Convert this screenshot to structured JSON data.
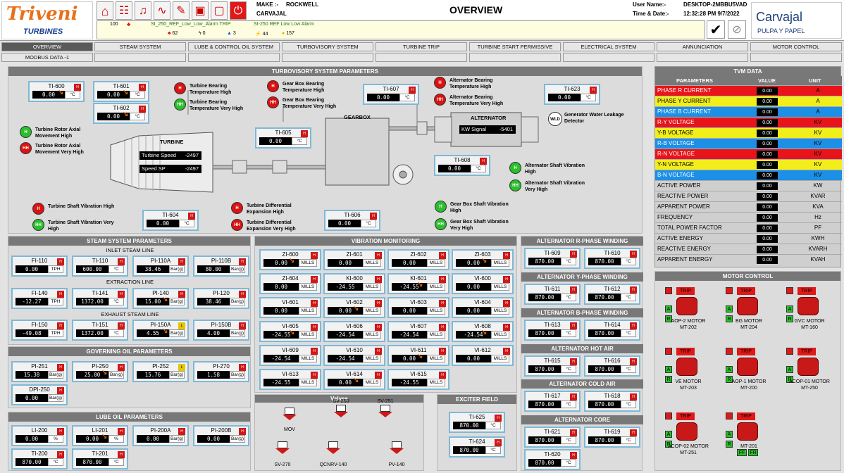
{
  "header": {
    "logo_text": "Triveni",
    "logo_sub": "TURBINES",
    "make_label": "MAKE :-",
    "make_value": "ROCKWELL",
    "customer": "CARVAJAL",
    "page_title": "OVERVIEW",
    "user_label": "User Name:-",
    "user_value": "DESKTOP-2MBBU5VAD",
    "time_label": "Time & Date:-",
    "time_value": "12:32:28 PM 9/7/2022",
    "brand": "Carvajal",
    "brand_sub": "PULPA Y PAPEL",
    "alarm_count": "100",
    "alarm_text1": "SI_250_REF_Low_Low_Alarm TRIP",
    "alarm_text2": "SI-250 REF Low Low Alarm",
    "counters": [
      "62",
      "0",
      "3",
      "44",
      "157"
    ]
  },
  "nav": {
    "row1": [
      "OVERVIEW",
      "STEAM SYSTEM",
      "LUBE & CONTROL OIL SYSTEM",
      "TURBOVISORY SYSTEM",
      "TURBINE TRIP",
      "TURBINE START PERMISSIVE",
      "ELECTRICAL SYSTEM",
      "ANNUNCIATION",
      "MOTOR CONTROL"
    ],
    "row2": [
      "MODBUS DATA -1",
      "",
      "",
      "",
      "",
      "",
      "",
      "",
      ""
    ]
  },
  "turbovisory": {
    "title": "TURBOVISORY SYSTEM PARAMETERS",
    "turbine_label": "TURBINE",
    "turbine_speed_label": "Turbine Speed",
    "turbine_speed": "-2497",
    "speed_sp_label": "Speed SP",
    "speed_sp": "-2497",
    "gearbox_label": "GEARBOX",
    "alternator_label": "ALTERNATOR",
    "kw_label": "KW Signal",
    "kw_value": "-5401",
    "wld": "WLD",
    "wld_label": "Generator Water Leakage Detector",
    "tags": [
      {
        "name": "TI-600",
        "value": "0.00",
        "unit": "°C"
      },
      {
        "name": "TI-601",
        "value": "0.00",
        "unit": "°C"
      },
      {
        "name": "TI-602",
        "value": "0.00",
        "unit": "°C"
      },
      {
        "name": "TI-605",
        "value": "0.00",
        "unit": "°C"
      },
      {
        "name": "TI-607",
        "value": "0.00",
        "unit": "°C"
      },
      {
        "name": "TI-623",
        "value": "0.00",
        "unit": "°C"
      },
      {
        "name": "TI-608",
        "value": "0.00",
        "unit": "°C"
      },
      {
        "name": "TI-604",
        "value": "0.00",
        "unit": "°C"
      },
      {
        "name": "TI-606",
        "value": "0.00",
        "unit": "°C"
      }
    ],
    "indicators": [
      {
        "t": "H",
        "label": "Turbine Bearing Temperature High"
      },
      {
        "t": "HH",
        "label": "Turbine Bearing Temperature Very High"
      },
      {
        "t": "H",
        "label": "Turbine Rotor Axial Movement High"
      },
      {
        "t": "HH",
        "label": "Turbine Rotor Axial Movement Very High"
      },
      {
        "t": "H",
        "label": "Gear Box Bearing Temperature High"
      },
      {
        "t": "HH",
        "label": "Gear Box Bearing Temperature Very High"
      },
      {
        "t": "H",
        "label": "Alternator Bearing Temperature High"
      },
      {
        "t": "HH",
        "label": "Alternator Bearing Temperature Very High"
      },
      {
        "t": "H",
        "label": "Alternator Shaft Vibration High"
      },
      {
        "t": "HH",
        "label": "Alternator Shaft Vibration Very High"
      },
      {
        "t": "H",
        "label": "Turbine Shaft Vibration High"
      },
      {
        "t": "HH",
        "label": "Turbine Shaft Vibration Very High"
      },
      {
        "t": "H",
        "label": "Turbine Differential Expansion High"
      },
      {
        "t": "HH",
        "label": "Turbine Differential Expansion Very High"
      },
      {
        "t": "H",
        "label": "Gear Box Shaft Vibration High"
      },
      {
        "t": "HH",
        "label": "Gear Box Shaft Vibration Very High"
      }
    ]
  },
  "tvm": {
    "title": "TVM DATA",
    "col_param": "PARAMETERS",
    "col_value": "VALUE",
    "col_unit": "UNIT",
    "rows": [
      {
        "p": "PHASE R CURRENT",
        "v": "0.00",
        "u": "A",
        "c": "#e8141a"
      },
      {
        "p": "PHASE Y CURRENT",
        "v": "0.00",
        "u": "A",
        "c": "#f2ee1c"
      },
      {
        "p": "PHASE B CURRENT",
        "v": "0.00",
        "u": "A",
        "c": "#1c8fe6"
      },
      {
        "p": "R-Y VOLTAGE",
        "v": "0.00",
        "u": "KV",
        "c": "#e8141a"
      },
      {
        "p": "Y-B VOLTAGE",
        "v": "0.00",
        "u": "KV",
        "c": "#f2ee1c"
      },
      {
        "p": "R-B VOLTAGE",
        "v": "0.00",
        "u": "KV",
        "c": "#1c8fe6"
      },
      {
        "p": "R-N VOLTAGE",
        "v": "0.00",
        "u": "KV",
        "c": "#e8141a"
      },
      {
        "p": "Y-N VOLTAGE",
        "v": "0.00",
        "u": "KV",
        "c": "#f2ee1c"
      },
      {
        "p": "B-N VOLTAGE",
        "v": "0.00",
        "u": "KV",
        "c": "#1c8fe6"
      },
      {
        "p": "ACTIVE POWER",
        "v": "0.00",
        "u": "KW",
        "c": ""
      },
      {
        "p": "REACTIVE POWER",
        "v": "0.00",
        "u": "KVAR",
        "c": ""
      },
      {
        "p": "APPARENT POWER",
        "v": "0.00",
        "u": "KVA",
        "c": ""
      },
      {
        "p": "FREQUENCY",
        "v": "0.00",
        "u": "Hz",
        "c": ""
      },
      {
        "p": "TOTAL POWER FACTOR",
        "v": "0.00",
        "u": "PF",
        "c": ""
      },
      {
        "p": "ACTIVE ENERGY",
        "v": "0.00",
        "u": "KWH",
        "c": ""
      },
      {
        "p": "REACTIVE ENERGY",
        "v": "0.00",
        "u": "KVARH",
        "c": ""
      },
      {
        "p": "APPARENT ENERGY",
        "v": "0.00",
        "u": "KVAH",
        "c": ""
      }
    ]
  },
  "steam": {
    "title": "STEAM SYSTEM PARAMETERS",
    "inlet": "INLET STEAM LINE",
    "extraction": "EXTRACTION LINE",
    "exhaust": "EXHAUST STEAM LINE",
    "tags": [
      {
        "name": "FI-110",
        "value": "0.00",
        "unit": "TPH"
      },
      {
        "name": "TI-110",
        "value": "600.00",
        "unit": "°C"
      },
      {
        "name": "PI-110A",
        "value": "38.46",
        "unit": "Bar(g)"
      },
      {
        "name": "PI-110B",
        "value": "80.00",
        "unit": "Bar(g)"
      },
      {
        "name": "FI-140",
        "value": "-12.27",
        "unit": "TPH"
      },
      {
        "name": "TI-141",
        "value": "1372.00",
        "unit": "°C"
      },
      {
        "name": "PI-140",
        "value": "15.00",
        "unit": "Bar(g)"
      },
      {
        "name": "PI-120",
        "value": "38.46",
        "unit": "Bar(g)"
      },
      {
        "name": "FI-150",
        "value": "-49.08",
        "unit": "TPH"
      },
      {
        "name": "TI-151",
        "value": "1372.00",
        "unit": "°C"
      },
      {
        "name": "PI-150A",
        "value": "4.55",
        "unit": "Bar(g)"
      },
      {
        "name": "PI-150B",
        "value": "4.00",
        "unit": "Bar(g)"
      }
    ]
  },
  "govoil": {
    "title": "GOVERNING OIL PARAMETERS",
    "tags": [
      {
        "name": "PI-251",
        "value": "15.38",
        "unit": "Bar(g)"
      },
      {
        "name": "PI-250",
        "value": "25.00",
        "unit": "Bar(g)"
      },
      {
        "name": "PI-252",
        "value": "15.76",
        "unit": "Bar(g)"
      },
      {
        "name": "PI-270",
        "value": "1.58",
        "unit": "Bar(g)"
      },
      {
        "name": "DPI-250",
        "value": "0.00",
        "unit": "Bar(g)"
      }
    ]
  },
  "lubeoil": {
    "title": "LUBE OIL PARAMETERS",
    "tags": [
      {
        "name": "LI-200",
        "value": "0.00",
        "unit": "%"
      },
      {
        "name": "LI-201",
        "value": "0.00",
        "unit": "%"
      },
      {
        "name": "PI-200A",
        "value": "0.00",
        "unit": "Bar(g)"
      },
      {
        "name": "PI-200B",
        "value": "0.00",
        "unit": "Bar(g)"
      },
      {
        "name": "TI-200",
        "value": "870.00",
        "unit": "°C"
      },
      {
        "name": "TI-201",
        "value": "870.00",
        "unit": "°C"
      }
    ]
  },
  "vibration": {
    "title": "VIBRATION MONITORING",
    "tags": [
      {
        "name": "ZI-600",
        "value": "0.00",
        "unit": "MILLS"
      },
      {
        "name": "ZI-601",
        "value": "0.00",
        "unit": "MILLS"
      },
      {
        "name": "ZI-602",
        "value": "0.00",
        "unit": "MILLS"
      },
      {
        "name": "ZI-603",
        "value": "0.00",
        "unit": "MILLS"
      },
      {
        "name": "ZI-604",
        "value": "0.00",
        "unit": "MILLS"
      },
      {
        "name": "KI-600",
        "value": "-24.55",
        "unit": "MILLS"
      },
      {
        "name": "KI-601",
        "value": "-24.55",
        "unit": "MILLS"
      },
      {
        "name": "VI-600",
        "value": "0.00",
        "unit": "MILLS"
      },
      {
        "name": "VI-601",
        "value": "0.00",
        "unit": "MILLS"
      },
      {
        "name": "VI-602",
        "value": "0.00",
        "unit": "MILLS"
      },
      {
        "name": "VI-603",
        "value": "0.00",
        "unit": "MILLS"
      },
      {
        "name": "VI-604",
        "value": "0.00",
        "unit": "MILLS"
      },
      {
        "name": "VI-605",
        "value": "-24.55",
        "unit": "MILLS"
      },
      {
        "name": "VI-606",
        "value": "-24.54",
        "unit": "MILLS"
      },
      {
        "name": "VI-607",
        "value": "-24.54",
        "unit": "MILLS"
      },
      {
        "name": "VI-608",
        "value": "-24.54",
        "unit": "MILLS"
      },
      {
        "name": "VI-609",
        "value": "-24.54",
        "unit": "MILLS"
      },
      {
        "name": "VI-610",
        "value": "-24.54",
        "unit": "MILLS"
      },
      {
        "name": "VI-611",
        "value": "0.00",
        "unit": "MILLS"
      },
      {
        "name": "VI-612",
        "value": "0.00",
        "unit": "MILLS"
      },
      {
        "name": "VI-613",
        "value": "-24.55",
        "unit": "MILLS"
      },
      {
        "name": "VI-614",
        "value": "0.00",
        "unit": "MILLS"
      },
      {
        "name": "VI-615",
        "value": "-24.55",
        "unit": "MILLS"
      }
    ]
  },
  "valves": {
    "title": "Valves",
    "names": [
      "MOV",
      "SV-250",
      "SV-251",
      "SV-270",
      "QCNRV-140",
      "PV-140"
    ]
  },
  "exciter": {
    "title": "EXCITER FIELD",
    "tags": [
      {
        "name": "TI-625",
        "value": "870.00",
        "unit": "°C"
      },
      {
        "name": "TI-624",
        "value": "870.00",
        "unit": "°C"
      }
    ]
  },
  "alt": {
    "r_title": "ALTERNATOR R-PHASE WINDING",
    "y_title": "ALTERNATOR Y-PHASE WINDING",
    "b_title": "ALTERNATOR B-PHASE WINDING",
    "hot_title": "ALTERNATOR HOT AIR",
    "cold_title": "ALTERNATOR COLD AIR",
    "core_title": "ALTERNATOR CORE",
    "tags": [
      {
        "name": "TI-609",
        "value": "870.00",
        "unit": "°C"
      },
      {
        "name": "TI-610",
        "value": "870.00",
        "unit": "°C"
      },
      {
        "name": "TI-611",
        "value": "870.00",
        "unit": "°C"
      },
      {
        "name": "TI-612",
        "value": "870.00",
        "unit": "°C"
      },
      {
        "name": "TI-613",
        "value": "870.00",
        "unit": "°C"
      },
      {
        "name": "TI-614",
        "value": "870.00",
        "unit": "°C"
      },
      {
        "name": "TI-615",
        "value": "870.00",
        "unit": "°C"
      },
      {
        "name": "TI-616",
        "value": "870.00",
        "unit": "°C"
      },
      {
        "name": "TI-617",
        "value": "870.00",
        "unit": "°C"
      },
      {
        "name": "TI-618",
        "value": "870.00",
        "unit": "°C"
      },
      {
        "name": "TI-621",
        "value": "870.00",
        "unit": "°C"
      },
      {
        "name": "TI-619",
        "value": "870.00",
        "unit": "°C"
      },
      {
        "name": "TI-620",
        "value": "870.00",
        "unit": "°C"
      }
    ]
  },
  "motors": {
    "title": "MOTOR CONTROL",
    "trip": "TRIP",
    "items": [
      {
        "n1": "AOP-2 MOTOR",
        "n2": "MT-202"
      },
      {
        "n1": "BG MOTOR",
        "n2": "MT-204"
      },
      {
        "n1": "GVC MOTOR",
        "n2": "MT-160"
      },
      {
        "n1": "VE MOTOR",
        "n2": "MT-203"
      },
      {
        "n1": "AOP-1 MOTOR",
        "n2": "MT-200"
      },
      {
        "n1": "ACOP-01 MOTOR",
        "n2": "MT-250"
      },
      {
        "n1": "ACOP-02 MOTOR",
        "n2": "MT-251"
      },
      {
        "n1": "MT-201",
        "n2": ""
      }
    ],
    "ff": "FF",
    "fr": "FR"
  }
}
